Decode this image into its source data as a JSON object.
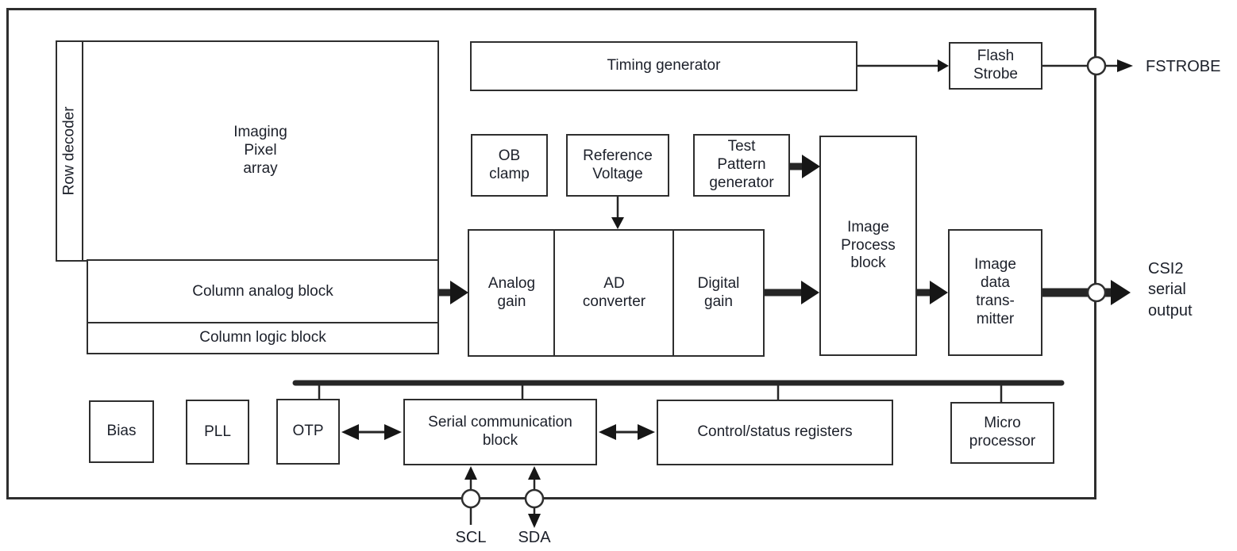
{
  "colors": {
    "background": "#ffffff",
    "line": "#2e2e2e",
    "text": "#1c202a"
  },
  "blocks": {
    "row_decoder": {
      "label": "Row decoder"
    },
    "imaging_pixel_array": {
      "label": "Imaging\nPixel\narray"
    },
    "column_analog_block": {
      "label": "Column analog block"
    },
    "column_logic_block": {
      "label": "Column logic block"
    },
    "timing_generator": {
      "label": "Timing generator"
    },
    "flash_strobe": {
      "label": "Flash\nStrobe"
    },
    "ob_clamp": {
      "label": "OB\nclamp"
    },
    "reference_voltage": {
      "label": "Reference\nVoltage"
    },
    "test_pattern_generator": {
      "label": "Test\nPattern\ngenerator"
    },
    "analog_gain": {
      "label": "Analog\ngain"
    },
    "ad_converter": {
      "label": "AD\nconverter"
    },
    "digital_gain": {
      "label": "Digital\ngain"
    },
    "image_process_block": {
      "label": "Image\nProcess\nblock"
    },
    "image_data_transmitter": {
      "label": "Image\ndata\ntrans-\nmitter"
    },
    "bias": {
      "label": "Bias"
    },
    "pll": {
      "label": "PLL"
    },
    "otp": {
      "label": "OTP"
    },
    "serial_communication_block": {
      "label": "Serial communication\nblock"
    },
    "control_status_registers": {
      "label": "Control/status registers"
    },
    "micro_processor": {
      "label": "Micro\nprocessor"
    }
  },
  "io": {
    "fstrobe": {
      "label": "FSTROBE"
    },
    "csi2": {
      "label": "CSI2\nserial\noutput"
    },
    "scl": {
      "label": "SCL"
    },
    "sda": {
      "label": "SDA"
    }
  }
}
